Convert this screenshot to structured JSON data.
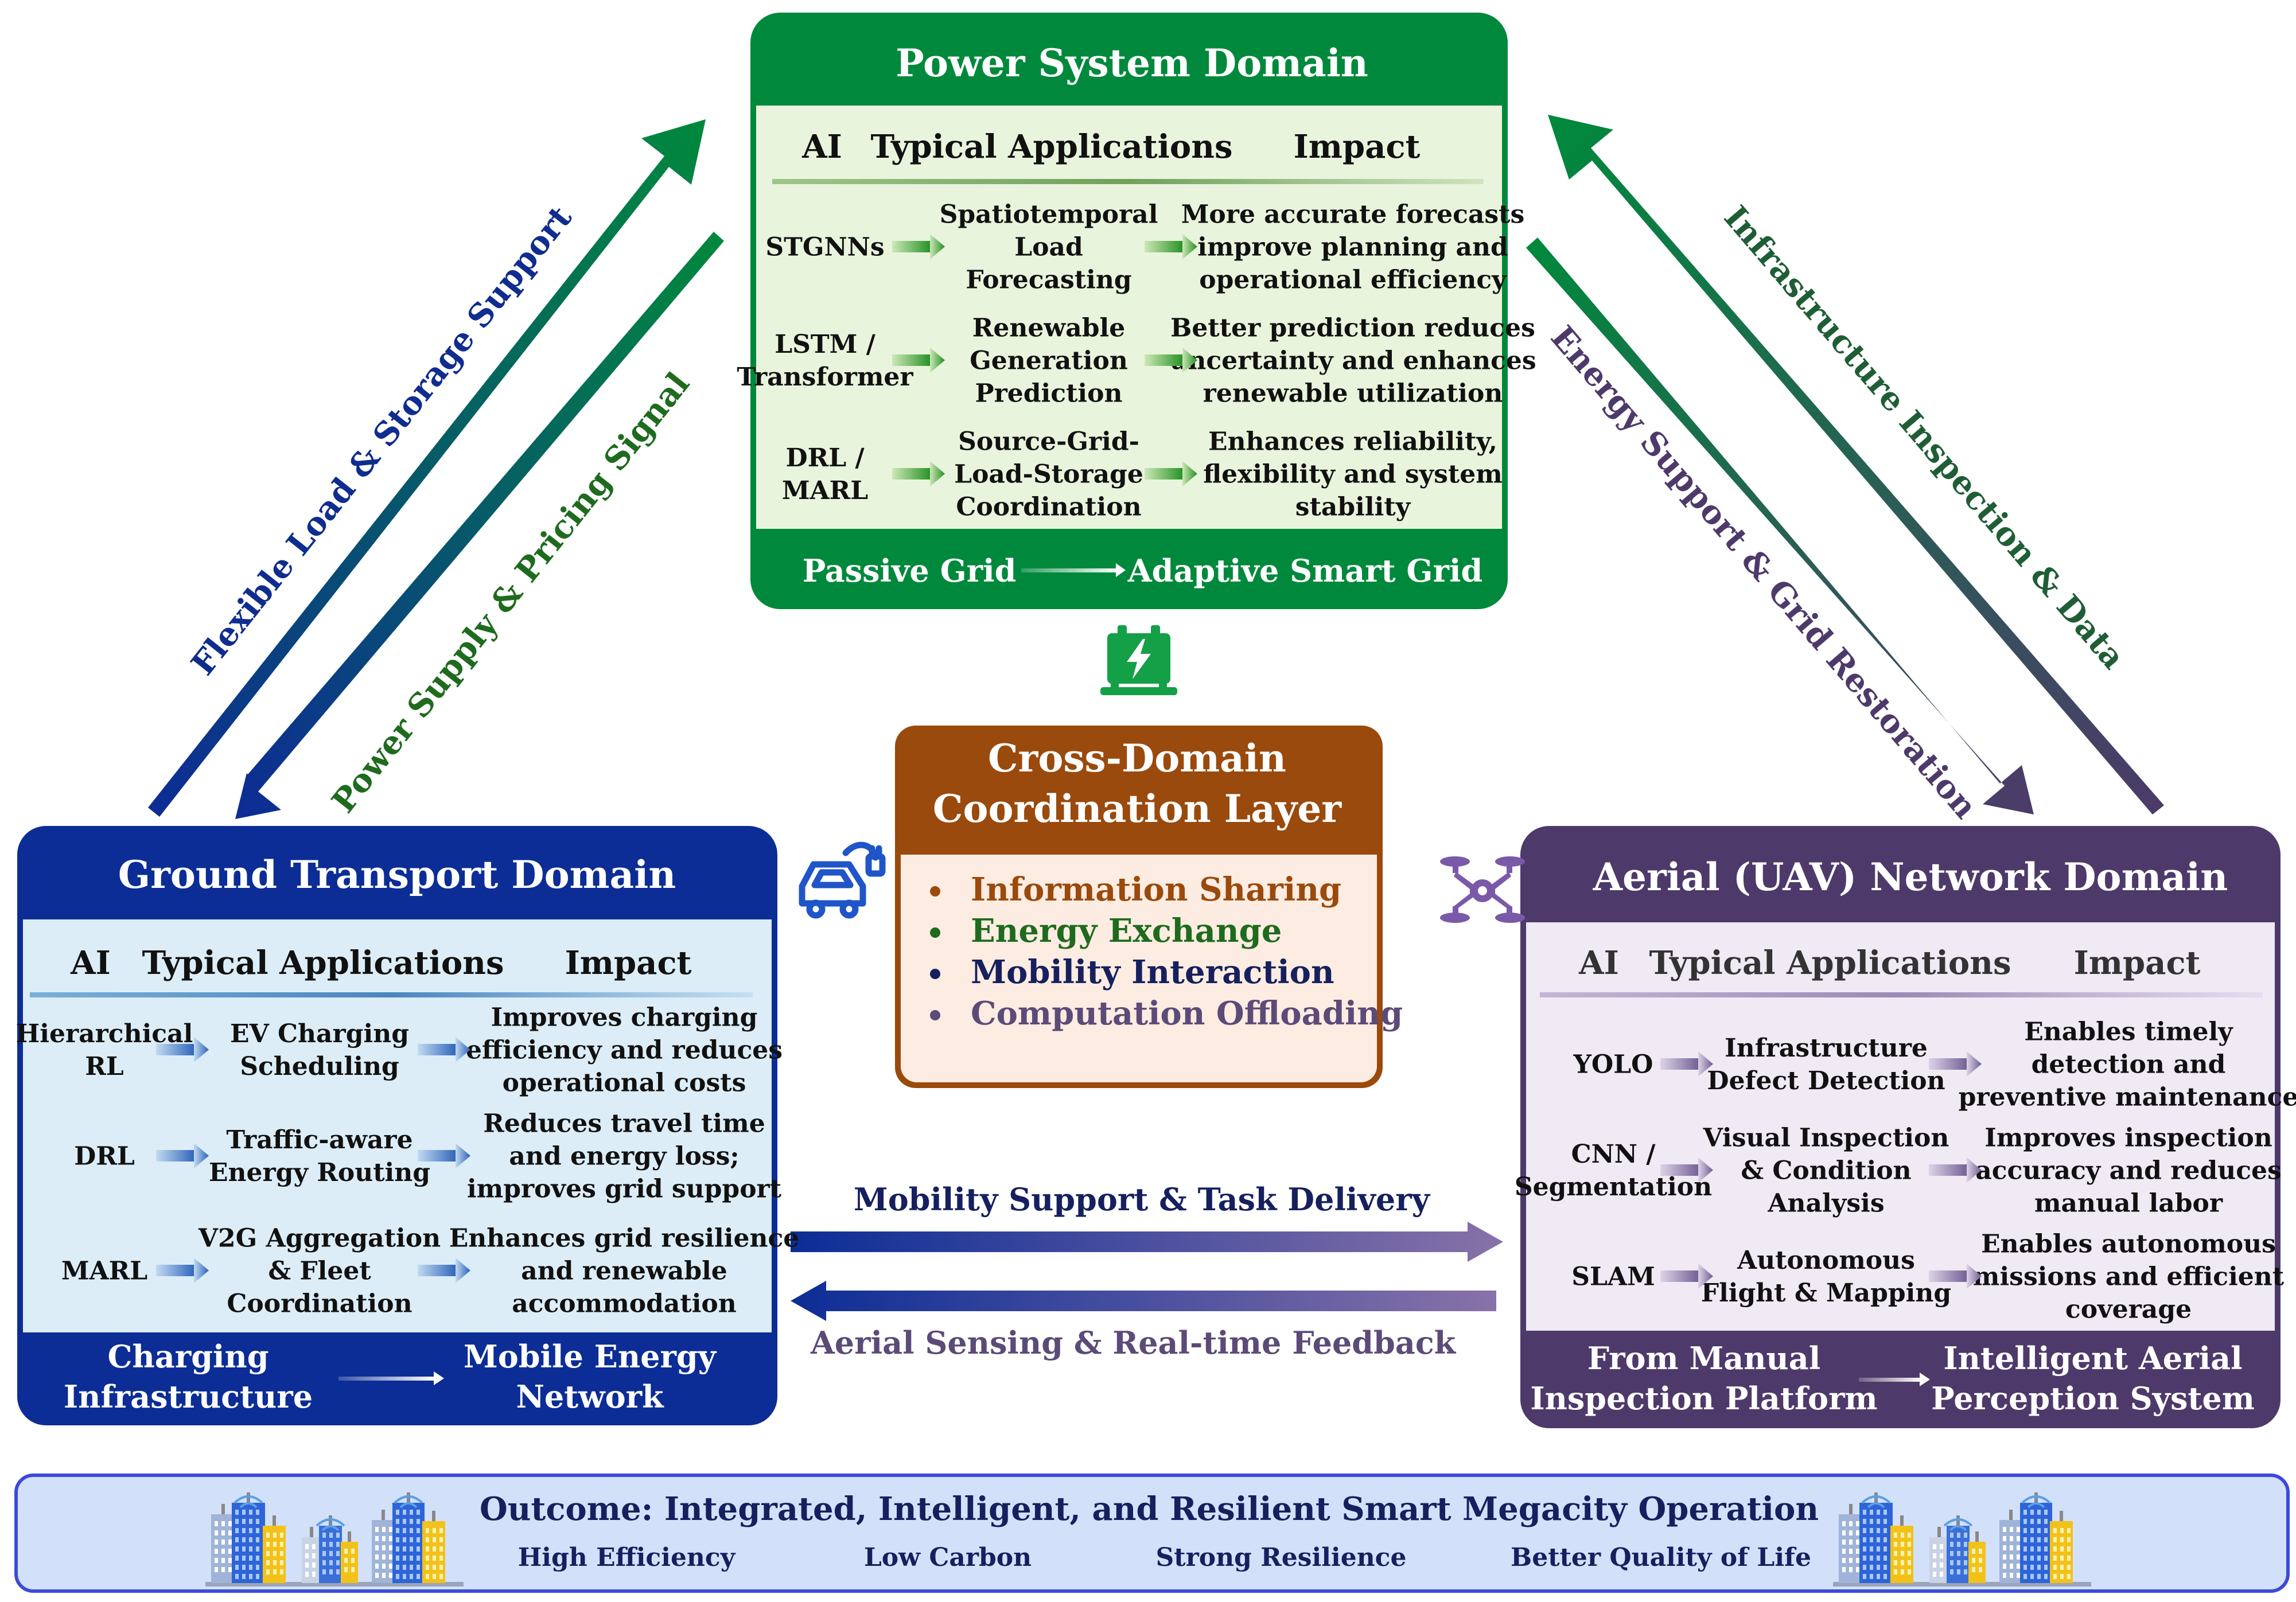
{
  "colors": {
    "power": "#00893c",
    "power_bg": "#e9f4dc",
    "ground": "#0c2d96",
    "ground_bg": "#dcedf7",
    "aerial": "#4d3a6a",
    "aerial_bg": "#efeaf4",
    "cross": "#9a4a0c",
    "cross_bg": "#fdece1",
    "outcome_bg": "#d3e0fa",
    "outcome_border": "#3b4bd6"
  },
  "power": {
    "title": "Power System Domain",
    "headers": [
      "AI",
      "Typical Applications",
      "Impact"
    ],
    "rows": [
      {
        "ai": [
          "STGNNs"
        ],
        "app": [
          "Spatiotemporal",
          "Load",
          "Forecasting"
        ],
        "impact": [
          "More accurate forecasts",
          "improve planning and",
          "operational efficiency"
        ]
      },
      {
        "ai": [
          "LSTM /",
          "Transformer"
        ],
        "app": [
          "Renewable",
          "Generation",
          "Prediction"
        ],
        "impact": [
          "Better prediction reduces",
          "uncertainty and enhances",
          "renewable utilization"
        ]
      },
      {
        "ai": [
          "DRL /",
          "MARL"
        ],
        "app": [
          "Source-Grid-",
          "Load-Storage",
          "Coordination"
        ],
        "impact": [
          "Enhances reliability,",
          "flexibility and system",
          "stability"
        ]
      }
    ],
    "footer_from": [
      "Passive Grid"
    ],
    "footer_to": [
      "Adaptive Smart Grid"
    ],
    "icon": "ev-charger-icon"
  },
  "ground": {
    "title": "Ground Transport Domain",
    "headers": [
      "AI",
      "Typical Applications",
      "Impact"
    ],
    "rows": [
      {
        "ai": [
          "Hierarchical",
          "RL"
        ],
        "app": [
          "EV Charging",
          "Scheduling"
        ],
        "impact": [
          "Improves charging",
          "efficiency and reduces",
          "operational costs"
        ]
      },
      {
        "ai": [
          "DRL"
        ],
        "app": [
          "Traffic-aware",
          "Energy Routing"
        ],
        "impact": [
          "Reduces travel time",
          "and energy loss;",
          "improves grid support"
        ]
      },
      {
        "ai": [
          "MARL"
        ],
        "app": [
          "V2G Aggregation",
          "& Fleet",
          "Coordination"
        ],
        "impact": [
          "Enhances grid resilience",
          "and renewable",
          "accommodation"
        ]
      }
    ],
    "footer_from": [
      "Charging",
      "Infrastructure"
    ],
    "footer_to": [
      "Mobile Energy",
      "Network"
    ],
    "icon": "electric-car-icon"
  },
  "aerial": {
    "title": "Aerial (UAV) Network Domain",
    "headers": [
      "AI",
      "Typical Applications",
      "Impact"
    ],
    "rows": [
      {
        "ai": [
          "YOLO"
        ],
        "app": [
          "Infrastructure",
          "Defect Detection"
        ],
        "impact": [
          "Enables timely",
          "detection and",
          "preventive maintenance"
        ]
      },
      {
        "ai": [
          "CNN /",
          "Segmentation"
        ],
        "app": [
          "Visual Inspection",
          "& Condition",
          "Analysis"
        ],
        "impact": [
          "Improves inspection",
          "accuracy and reduces",
          "manual labor"
        ]
      },
      {
        "ai": [
          "SLAM"
        ],
        "app": [
          "Autonomous",
          "Flight & Mapping"
        ],
        "impact": [
          "Enables autonomous",
          "missions and efficient",
          "coverage"
        ]
      }
    ],
    "footer_from": [
      "From Manual",
      "Inspection Platform"
    ],
    "footer_to": [
      "Intelligent Aerial",
      "Perception System"
    ],
    "icon": "drone-icon"
  },
  "cross": {
    "title": [
      "Cross-Domain",
      "Coordination Layer"
    ],
    "items": [
      {
        "text": "Information Sharing",
        "color": "#9a4a0c"
      },
      {
        "text": "Energy Exchange",
        "color": "#1e6b1e"
      },
      {
        "text": "Mobility Interaction",
        "color": "#16205e"
      },
      {
        "text": "Computation Offloading",
        "color": "#5c4a78"
      }
    ]
  },
  "arrows": {
    "flexible_load": "Flexible Load & Storage Support",
    "power_supply": "Power Supply & Pricing Signal",
    "infrastructure_inspection": "Infrastructure Inspection & Data",
    "energy_support": "Energy Support & Grid Restoration",
    "mobility_support": "Mobility Support & Task Delivery",
    "aerial_sensing": "Aerial Sensing & Real-time Feedback"
  },
  "outcome": {
    "title": "Outcome: Integrated, Intelligent, and Resilient Smart Megacity Operation",
    "items": [
      "High Efficiency",
      "Low Carbon",
      "Strong Resilience",
      "Better Quality of Life"
    ],
    "icon": "city-buildings-icon"
  }
}
